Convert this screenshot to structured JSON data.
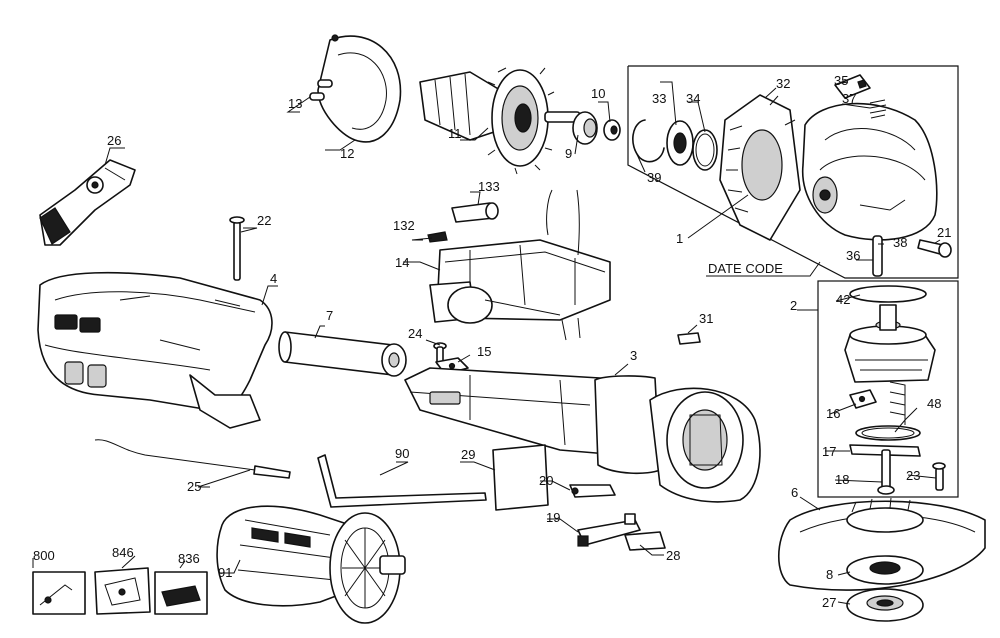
{
  "callouts": {
    "c1": "1",
    "c2": "2",
    "c3": "3",
    "c4": "4",
    "c6": "6",
    "c7": "7",
    "c8": "8",
    "c9": "9",
    "c10": "10",
    "c11": "11",
    "c12": "12",
    "c13": "13",
    "c14": "14",
    "c15": "15",
    "c16": "16",
    "c17": "17",
    "c18": "18",
    "c19": "19",
    "c20": "20",
    "c21": "21",
    "c22": "22",
    "c23": "23",
    "c24": "24",
    "c25": "25",
    "c26": "26",
    "c27": "27",
    "c28": "28",
    "c29": "29",
    "c31": "31",
    "c32": "32",
    "c33": "33",
    "c34": "34",
    "c35": "35",
    "c36": "36",
    "c37": "37",
    "c38": "38",
    "c39": "39",
    "c42": "42",
    "c48": "48",
    "c90": "90",
    "c91": "91",
    "c132": "132",
    "c133": "133",
    "c800": "800",
    "c836": "836",
    "c846": "846"
  },
  "date_code_label": "DATE CODE"
}
